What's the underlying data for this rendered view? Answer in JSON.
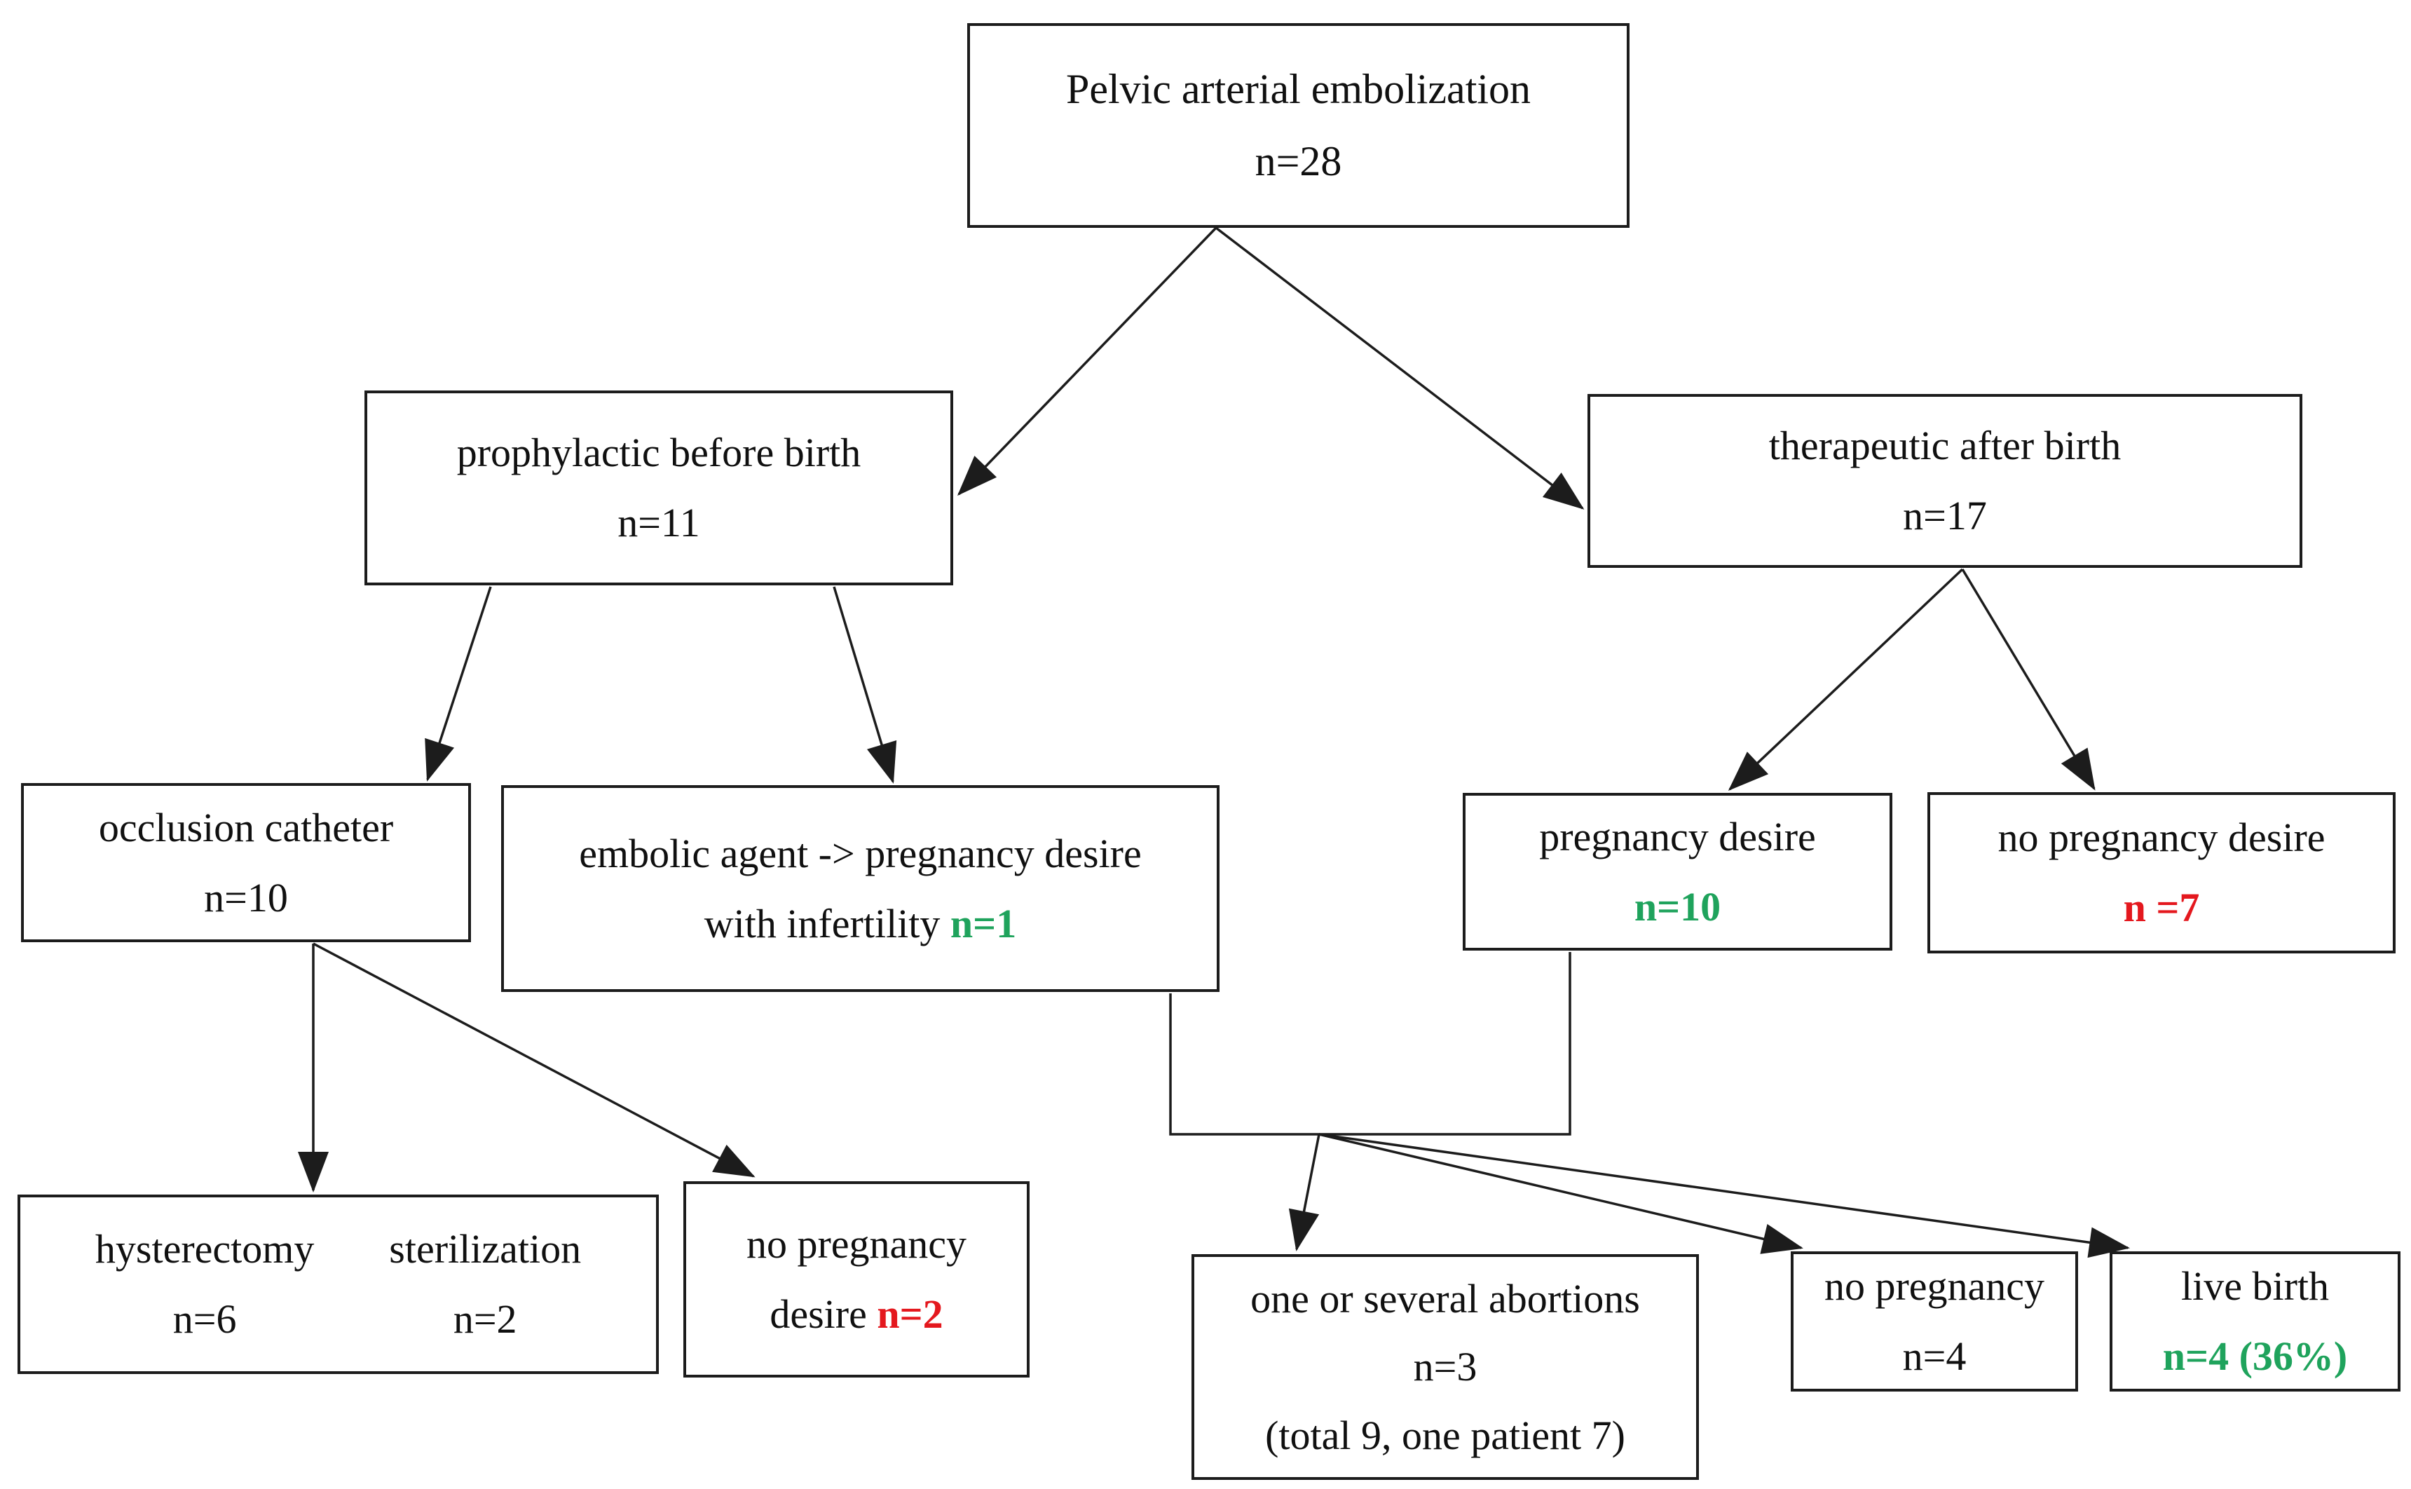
{
  "colors": {
    "green": "#1FA35C",
    "red": "#E4181E",
    "line": "#1c1c1c"
  },
  "nodes": {
    "root": {
      "line1": "Pelvic arterial embolization",
      "line2": "n=28"
    },
    "prophylactic": {
      "line1": "prophylactic before birth",
      "line2": "n=11"
    },
    "therapeutic": {
      "line1": "therapeutic after birth",
      "line2": "n=17"
    },
    "occlusion": {
      "line1": "occlusion catheter",
      "line2": "n=10"
    },
    "embolic": {
      "line1": "embolic agent -> pregnancy desire",
      "line2_prefix": "with infertility ",
      "line2_value": "n=1"
    },
    "pregnancy_desire": {
      "line1": "pregnancy desire",
      "line2_value": "n=10"
    },
    "no_pregnancy_desire": {
      "line1": "no pregnancy desire",
      "line2_value": "n =7"
    },
    "hysterectomy_sterilization": {
      "col1_line1": "hysterectomy",
      "col1_line2": "n=6",
      "col2_line1": "sterilization",
      "col2_line2": "n=2"
    },
    "no_pregnancy_desire_2": {
      "line1": "no pregnancy",
      "line2_prefix": "desire ",
      "line2_value": "n=2"
    },
    "abortions": {
      "line1": "one or several abortions",
      "line2": "n=3",
      "line3": "(total 9, one patient 7)"
    },
    "no_pregnancy": {
      "line1": "no pregnancy",
      "line2": "n=4"
    },
    "live_birth": {
      "line1": "live birth",
      "line2_value": "n=4 (36%)"
    }
  }
}
